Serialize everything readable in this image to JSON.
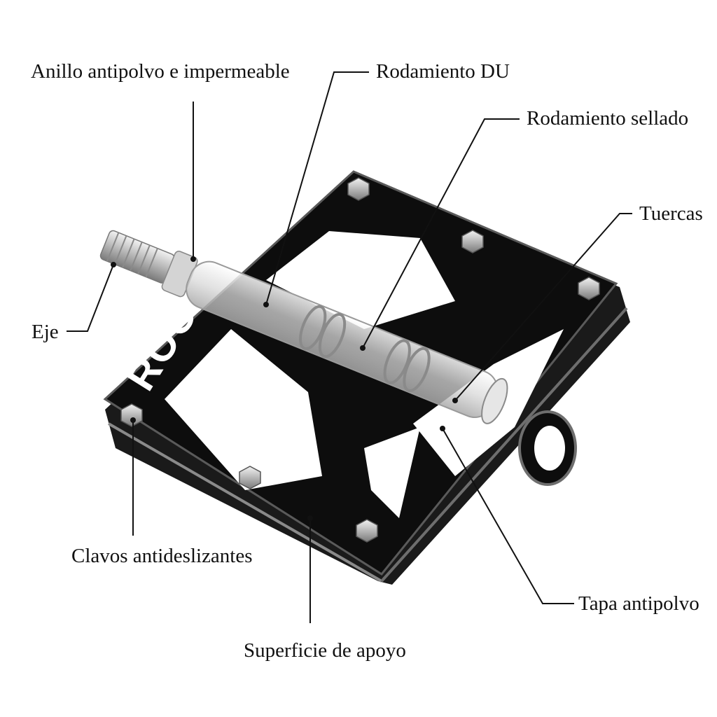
{
  "product": {
    "brand_text": "ROCKBROS"
  },
  "colors": {
    "body": "#0d0d0d",
    "bevel": "#8a8a8a",
    "leader": "#111111",
    "pin": "#b9b9b9",
    "axle": "#cfcfcf"
  },
  "labels": {
    "anillo": "Anillo antipolvo e impermeable",
    "rodamiento_du": "Rodamiento DU",
    "rodamiento_sellado": "Rodamiento sellado",
    "tuercas": "Tuercas",
    "eje": "Eje",
    "clavos": "Clavos antideslizantes",
    "tapa": "Tapa antipolvo",
    "superficie": "Superficie de apoyo"
  }
}
